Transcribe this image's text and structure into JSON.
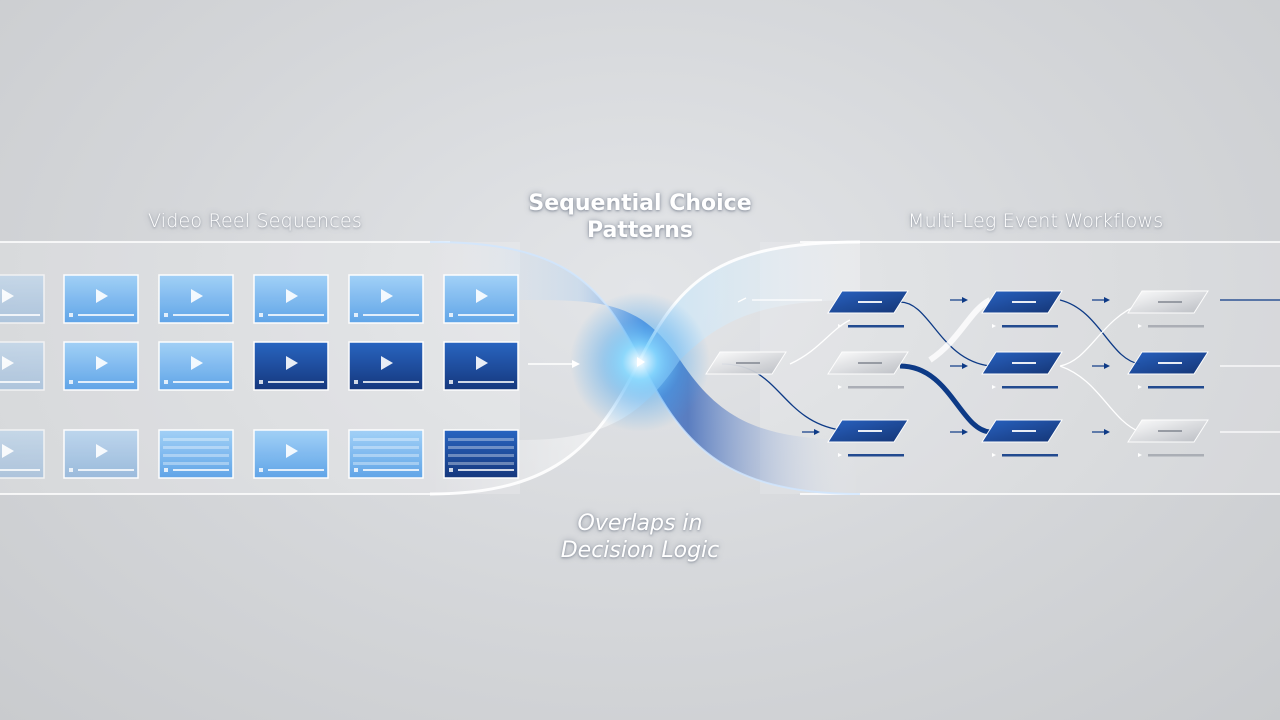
{
  "labels": {
    "left_title": "Video Reel Sequences",
    "right_title": "Multi-Leg Event Workflows",
    "center_title_line1": "Sequential Choice",
    "center_title_line2": "Patterns",
    "center_sub_line1": "Overlaps in",
    "center_sub_line2": "Decision Logic"
  },
  "icons": {
    "video_tile": "play-icon",
    "workflow_node": "parallelogram-node",
    "connector": "arrow-icon"
  },
  "colors": {
    "light_blue": "#6fb3ee",
    "mid_blue": "#2f6fc4",
    "dark_blue": "#0d3a86",
    "silver": "#d7d9dd",
    "glow": "#5cc8ff"
  }
}
